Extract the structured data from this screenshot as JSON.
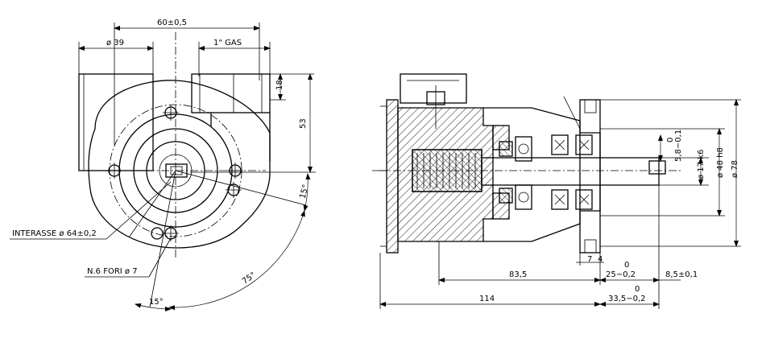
{
  "labels": {
    "dim_60": "60±0,5",
    "dim_39": "ø 39",
    "dim_gas": "1\" GAS",
    "dim_18": "18",
    "dim_53": "53",
    "dim_15_top": "15°",
    "dim_75": "75°",
    "dim_15_bottom": "15°",
    "interasse": "INTERASSE ø 64±0,2",
    "fori": "N.6 FORI ø 7",
    "dim_7": "7",
    "dim_4": "4",
    "dim_83": "83,5",
    "dim_25_top": "0",
    "dim_25": "25−0,2",
    "dim_8_5": "8,5±0,1",
    "dim_114": "114",
    "dim_33_top": "0",
    "dim_33": "33,5−0,2",
    "dim_5_8_top": "0",
    "dim_5_8": "5,8−0,1",
    "dim_17": "ø 17 k6",
    "dim_48": "ø 48 h8",
    "dim_78": "ø 78"
  }
}
